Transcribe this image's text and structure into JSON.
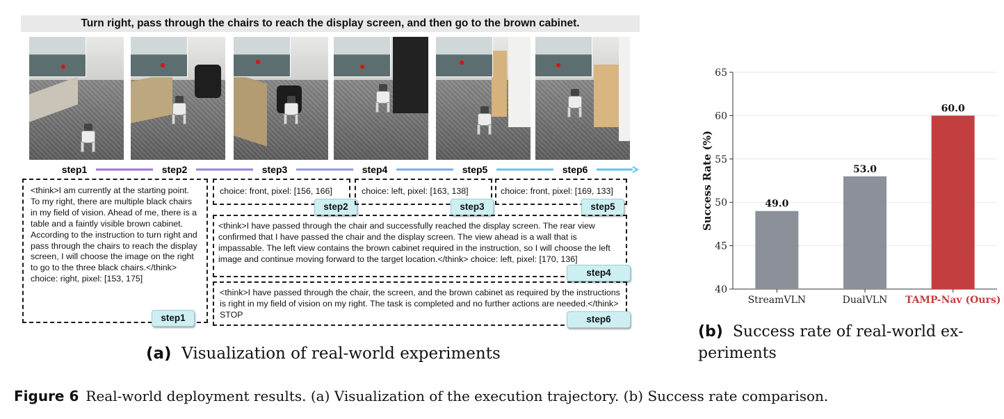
{
  "instruction": "Turn right, pass through the chairs to reach the display screen, and then go to the brown cabinet.",
  "steps": [
    "step1",
    "step2",
    "step3",
    "step4",
    "step5",
    "step6"
  ],
  "boxes": {
    "step1": {
      "text": "<think>I am currently at the starting point. To my right, there are multiple black chairs in my field of vision. Ahead of me, there is a table and a faintly visible brown cabinet. According to the instruction to turn right and pass through the chairs to reach the display screen, I will choose the image on the right to go to the three black chairs.</think>",
      "choice": "choice: right, pixel: [153, 175]",
      "tag": "step1"
    },
    "step2": {
      "text": "choice: front, pixel: [156, 166]",
      "tag": "step2"
    },
    "step3": {
      "text": "choice: left, pixel: [163, 138]",
      "tag": "step3"
    },
    "step5": {
      "text": "choice: front, pixel: [169, 133]",
      "tag": "step5"
    },
    "step4": {
      "text": "<think>I have passed through the chair and successfully reached the display screen. The rear view confirmed that I have passed the chair and the display screen. The view ahead is a wall that is impassable. The left view contains the brown cabinet required in the instruction, so I will choose the left image and continue moving forward to the target location.</think>  choice: left, pixel: [170, 136]",
      "tag": "step4"
    },
    "step6": {
      "text": "<think>I have passed through the chair, the screen, and the brown cabinet as required by the instructions is right in my field of vision on my right. The task is completed and no further actions are needed.</think> STOP",
      "tag": "step6"
    }
  },
  "caption_a": {
    "label": "(a)",
    "text": "Visualization of real-world experiments"
  },
  "caption_b": {
    "label": "(b)",
    "line1": "Success rate of real-world ex-",
    "line2": "periments"
  },
  "figure_caption": {
    "label": "Figure 6",
    "text": "Real-world deployment results. (a) Visualization of the execution trajectory. (b) Success rate comparison."
  },
  "chart_data": {
    "type": "bar",
    "categories": [
      "StreamVLN",
      "DualVLN",
      "TAMP-Nav (Ours)"
    ],
    "values": [
      49.0,
      53.0,
      60.0
    ],
    "value_labels": [
      "49.0",
      "53.0",
      "60.0"
    ],
    "colors": [
      "#8b9099",
      "#8b9099",
      "#c33f3f"
    ],
    "highlight_label_color": "#c33f3f",
    "ylabel": "Success Rate (%)",
    "ylim": [
      40,
      65
    ],
    "yticks": [
      "40",
      "45",
      "50",
      "55",
      "60",
      "65"
    ],
    "grid": true
  }
}
